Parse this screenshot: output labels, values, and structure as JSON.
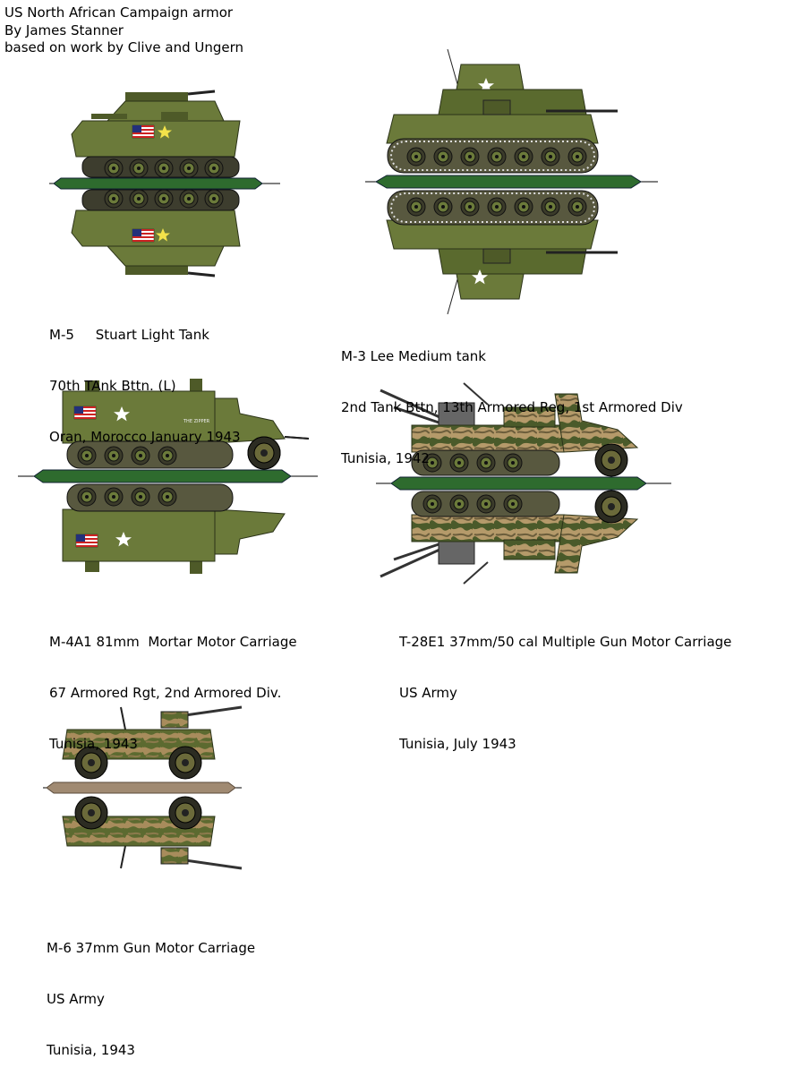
{
  "header": {
    "line1": "US North African Campaign armor",
    "line2": "By James Stanner",
    "line3": "based on work by Clive and Ungern"
  },
  "vehicles": [
    {
      "line1": "M-5     Stuart Light Tank",
      "line2": "70th TAnk Bttn. (L)",
      "line3": "Oran, Morocco January 1943",
      "marking": "USA"
    },
    {
      "line1": "M-3 Lee Medium tank",
      "line2": "2nd Tank Bttn, 13th Armored Reg, 1st Armored Div",
      "line3": "Tunisia, 1942"
    },
    {
      "line1": "M-4A1 81mm  Mortar Motor Carriage",
      "line2": "67 Armored Rgt, 2nd Armored Div.",
      "line3": "Tunisia, 1943",
      "marking": "THE ZIPPER"
    },
    {
      "line1": "T-28E1 37mm/50 cal Multiple Gun Motor Carriage",
      "line2": "US Army",
      "line3": "Tunisia, July 1943"
    },
    {
      "line1": "M-6 37mm Gun Motor Carriage",
      "line2": "US Army",
      "line3": "Tunisia, 1943"
    }
  ],
  "colors": {
    "olive": "#6b7a3a",
    "olive_dark": "#4e5a28",
    "green_bar": "#2e6b2e",
    "tan_bar": "#a08a72",
    "camo_tan": "#b59a6a",
    "camo_dark": "#4a5a2a"
  }
}
